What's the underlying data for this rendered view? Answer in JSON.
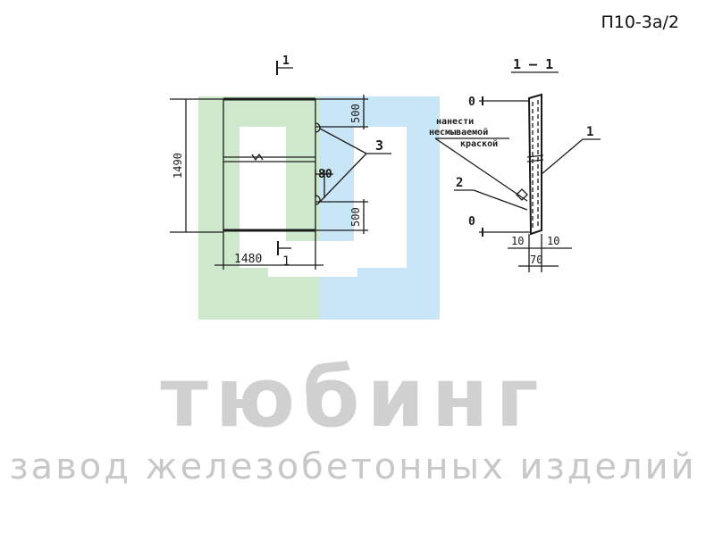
{
  "drawing_code": "П10-3а/2",
  "watermark": {
    "title": "тюбинг",
    "subtitle": "завод железобетонных изделий",
    "green": "#cfe9cc",
    "blue": "#c8e6f5"
  },
  "front_view": {
    "section_mark": "1",
    "height_dim": "1490",
    "width_dim": "1480",
    "upper_offset": "500",
    "lower_offset": "500",
    "gap_dim": "80",
    "callout": "3"
  },
  "section_view": {
    "title": "1 – 1",
    "note_line1": "нанести",
    "note_line2": "несмываемой",
    "note_line3": "краской",
    "callout_panel": "1",
    "callout_mark": "2",
    "level_mark": "0",
    "left_dim": "10",
    "right_dim": "10",
    "thickness_dim": "70"
  },
  "colors": {
    "ink": "#1a1a1a"
  }
}
